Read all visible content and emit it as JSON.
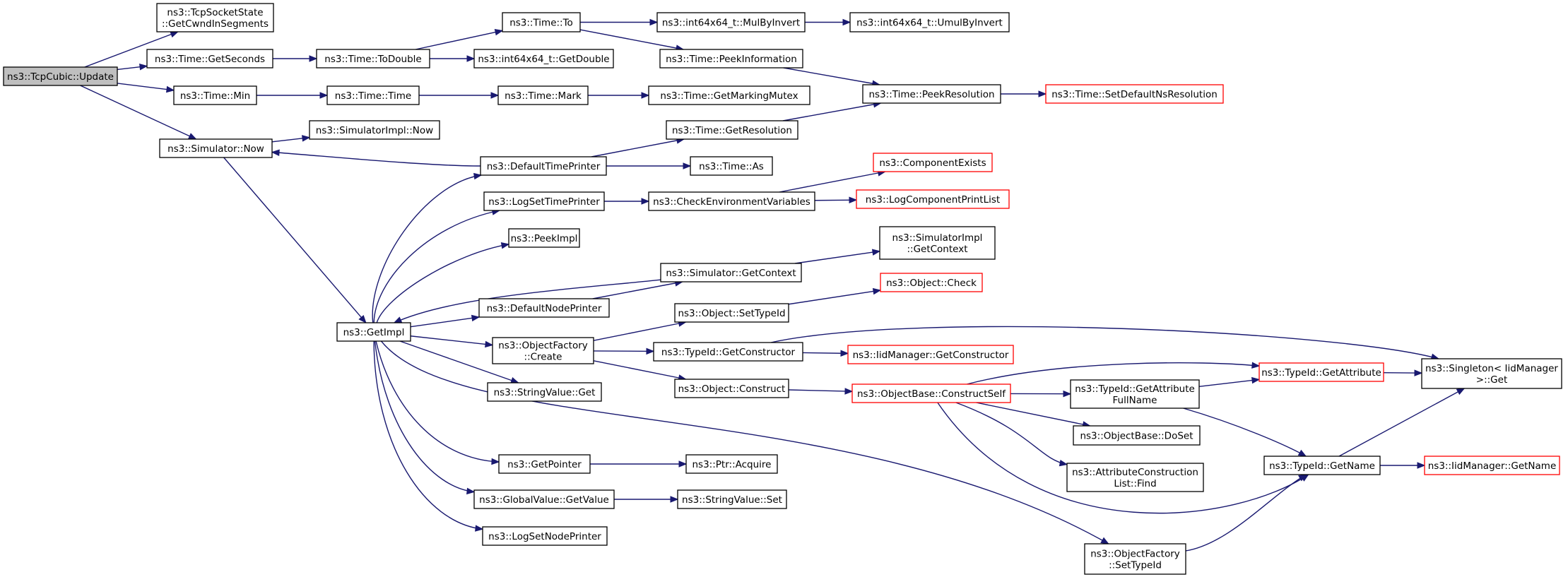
{
  "colors": {
    "edge": "#191970",
    "node_border": "#000000",
    "node_border_external": "#ff0000",
    "node_fill": "#ffffff",
    "root_fill": "#bfbfbf"
  },
  "nodes": [
    {
      "id": "root",
      "lines": [
        "ns3::TcpCubic::Update"
      ],
      "style": "root"
    },
    {
      "id": "getcwnd",
      "lines": [
        "ns3::TcpSocketState",
        "::GetCwndInSegments"
      ]
    },
    {
      "id": "getseconds",
      "lines": [
        "ns3::Time::GetSeconds"
      ]
    },
    {
      "id": "timemin",
      "lines": [
        "ns3::Time::Min"
      ]
    },
    {
      "id": "simnow",
      "lines": [
        "ns3::Simulator::Now"
      ]
    },
    {
      "id": "todouble",
      "lines": [
        "ns3::Time::ToDouble"
      ]
    },
    {
      "id": "timeto",
      "lines": [
        "ns3::Time::To"
      ]
    },
    {
      "id": "getdouble",
      "lines": [
        "ns3::int64x64_t::GetDouble"
      ]
    },
    {
      "id": "mulbyinvert",
      "lines": [
        "ns3::int64x64_t::MulByInvert"
      ]
    },
    {
      "id": "umulbyinvert",
      "lines": [
        "ns3::int64x64_t::UmulByInvert"
      ]
    },
    {
      "id": "peekinfo",
      "lines": [
        "ns3::Time::PeekInformation"
      ]
    },
    {
      "id": "timetime",
      "lines": [
        "ns3::Time::Time"
      ]
    },
    {
      "id": "timemark",
      "lines": [
        "ns3::Time::Mark"
      ]
    },
    {
      "id": "markingmutex",
      "lines": [
        "ns3::Time::GetMarkingMutex"
      ]
    },
    {
      "id": "peekres",
      "lines": [
        "ns3::Time::PeekResolution"
      ]
    },
    {
      "id": "setdefres",
      "lines": [
        "ns3::Time::SetDefaultNsResolution"
      ],
      "style": "external"
    },
    {
      "id": "simimplnow",
      "lines": [
        "ns3::SimulatorImpl::Now"
      ]
    },
    {
      "id": "getres",
      "lines": [
        "ns3::Time::GetResolution"
      ]
    },
    {
      "id": "deftimeprinter",
      "lines": [
        "ns3::DefaultTimePrinter"
      ]
    },
    {
      "id": "timeas",
      "lines": [
        "ns3::Time::As"
      ]
    },
    {
      "id": "compexists",
      "lines": [
        "ns3::ComponentExists"
      ],
      "style": "external"
    },
    {
      "id": "logsettime",
      "lines": [
        "ns3::LogSetTimePrinter"
      ]
    },
    {
      "id": "checkenv",
      "lines": [
        "ns3::CheckEnvironmentVariables"
      ]
    },
    {
      "id": "logcomplist",
      "lines": [
        "ns3::LogComponentPrintList"
      ],
      "style": "external"
    },
    {
      "id": "peekimpl",
      "lines": [
        "ns3::PeekImpl"
      ]
    },
    {
      "id": "simimplctx",
      "lines": [
        "ns3::SimulatorImpl",
        "::GetContext"
      ]
    },
    {
      "id": "simgetctx",
      "lines": [
        "ns3::Simulator::GetContext"
      ]
    },
    {
      "id": "objcheck",
      "lines": [
        "ns3::Object::Check"
      ],
      "style": "external"
    },
    {
      "id": "defnodeprinter",
      "lines": [
        "ns3::DefaultNodePrinter"
      ]
    },
    {
      "id": "getimpl",
      "lines": [
        "ns3::GetImpl"
      ]
    },
    {
      "id": "objsettypeid",
      "lines": [
        "ns3::Object::SetTypeId"
      ]
    },
    {
      "id": "objfactcreate",
      "lines": [
        "ns3::ObjectFactory",
        "::Create"
      ]
    },
    {
      "id": "typeidgetctor",
      "lines": [
        "ns3::TypeId::GetConstructor"
      ]
    },
    {
      "id": "iidgetctor",
      "lines": [
        "ns3::IidManager::GetConstructor"
      ],
      "style": "external"
    },
    {
      "id": "singleton",
      "lines": [
        "ns3::Singleton< IidManager",
        " >::Get"
      ]
    },
    {
      "id": "objconstruct",
      "lines": [
        "ns3::Object::Construct"
      ]
    },
    {
      "id": "constructself",
      "lines": [
        "ns3::ObjectBase::ConstructSelf"
      ],
      "style": "external"
    },
    {
      "id": "stringget",
      "lines": [
        "ns3::StringValue::Get"
      ]
    },
    {
      "id": "getattrfull",
      "lines": [
        "ns3::TypeId::GetAttribute",
        "FullName"
      ]
    },
    {
      "id": "getattr",
      "lines": [
        "ns3::TypeId::GetAttribute"
      ],
      "style": "external"
    },
    {
      "id": "doset",
      "lines": [
        "ns3::ObjectBase::DoSet"
      ]
    },
    {
      "id": "getpointer",
      "lines": [
        "ns3::GetPointer"
      ]
    },
    {
      "id": "ptracquire",
      "lines": [
        "ns3::Ptr::Acquire"
      ]
    },
    {
      "id": "typeidgetname",
      "lines": [
        "ns3::TypeId::GetName"
      ]
    },
    {
      "id": "iidgetname",
      "lines": [
        "ns3::IidManager::GetName"
      ],
      "style": "external"
    },
    {
      "id": "attrfind",
      "lines": [
        "ns3::AttributeConstruction",
        "List::Find"
      ]
    },
    {
      "id": "gvgetvalue",
      "lines": [
        "ns3::GlobalValue::GetValue"
      ]
    },
    {
      "id": "stringset",
      "lines": [
        "ns3::StringValue::Set"
      ]
    },
    {
      "id": "lognodeprinter",
      "lines": [
        "ns3::LogSetNodePrinter"
      ]
    },
    {
      "id": "objfactsettypeid",
      "lines": [
        "ns3::ObjectFactory",
        "::SetTypeId"
      ]
    }
  ],
  "edges": [
    [
      "root",
      "getcwnd"
    ],
    [
      "root",
      "getseconds"
    ],
    [
      "root",
      "timemin"
    ],
    [
      "root",
      "simnow"
    ],
    [
      "getseconds",
      "todouble"
    ],
    [
      "todouble",
      "timeto"
    ],
    [
      "todouble",
      "getdouble"
    ],
    [
      "timeto",
      "mulbyinvert"
    ],
    [
      "mulbyinvert",
      "umulbyinvert"
    ],
    [
      "timeto",
      "peekinfo"
    ],
    [
      "peekinfo",
      "peekres"
    ],
    [
      "peekres",
      "setdefres"
    ],
    [
      "timemin",
      "timetime"
    ],
    [
      "timetime",
      "timemark"
    ],
    [
      "timemark",
      "markingmutex"
    ],
    [
      "simnow",
      "simimplnow"
    ],
    [
      "simnow",
      "getimpl"
    ],
    [
      "getres",
      "peekres"
    ],
    [
      "deftimeprinter",
      "getres"
    ],
    [
      "deftimeprinter",
      "timeas"
    ],
    [
      "deftimeprinter",
      "simnow"
    ],
    [
      "logsettime",
      "checkenv"
    ],
    [
      "checkenv",
      "compexists"
    ],
    [
      "checkenv",
      "logcomplist"
    ],
    [
      "getimpl",
      "deftimeprinter"
    ],
    [
      "getimpl",
      "logsettime"
    ],
    [
      "getimpl",
      "peekimpl"
    ],
    [
      "simgetctx",
      "getimpl"
    ],
    [
      "simgetctx",
      "simimplctx"
    ],
    [
      "getimpl",
      "defnodeprinter"
    ],
    [
      "defnodeprinter",
      "simgetctx"
    ],
    [
      "getimpl",
      "objfactcreate"
    ],
    [
      "objfactcreate",
      "objsettypeid"
    ],
    [
      "objsettypeid",
      "objcheck"
    ],
    [
      "objfactcreate",
      "typeidgetctor"
    ],
    [
      "typeidgetctor",
      "iidgetctor"
    ],
    [
      "typeidgetctor",
      "singleton"
    ],
    [
      "objfactcreate",
      "objconstruct"
    ],
    [
      "objconstruct",
      "constructself"
    ],
    [
      "constructself",
      "getattrfull"
    ],
    [
      "constructself",
      "getattr"
    ],
    [
      "constructself",
      "doset"
    ],
    [
      "constructself",
      "attrfind"
    ],
    [
      "constructself",
      "typeidgetname"
    ],
    [
      "getattrfull",
      "getattr"
    ],
    [
      "getattrfull",
      "typeidgetname"
    ],
    [
      "getattr",
      "singleton"
    ],
    [
      "typeidgetname",
      "singleton"
    ],
    [
      "typeidgetname",
      "iidgetname"
    ],
    [
      "getimpl",
      "stringget"
    ],
    [
      "getimpl",
      "getpointer"
    ],
    [
      "getpointer",
      "ptracquire"
    ],
    [
      "getimpl",
      "gvgetvalue"
    ],
    [
      "gvgetvalue",
      "stringset"
    ],
    [
      "getimpl",
      "lognodeprinter"
    ],
    [
      "getimpl",
      "objfactsettypeid"
    ],
    [
      "objfactsettypeid",
      "typeidgetname"
    ]
  ]
}
